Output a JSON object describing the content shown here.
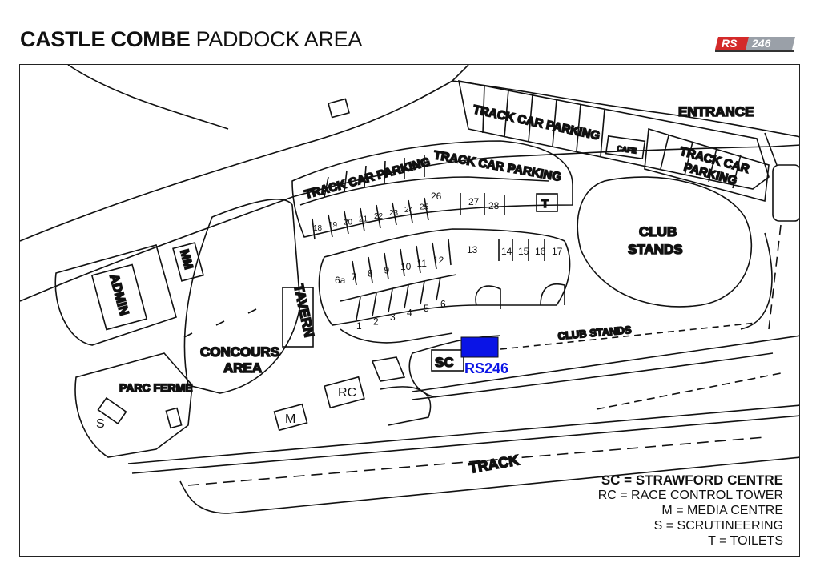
{
  "header": {
    "title_bold": "CASTLE COMBE",
    "title_rest": "PADDOCK AREA",
    "logo_text_red": "RS",
    "logo_text_grey": "246"
  },
  "map": {
    "labels": {
      "track_car_parking": "TRACK CAR PARKING",
      "track_car": "TRACK CAR",
      "parking": "PARKING",
      "entrance": "ENTRANCE",
      "cafe": "CAFE",
      "club": "CLUB",
      "stands": "STANDS",
      "club_stands": "CLUB STANDS",
      "admin": "ADMIN",
      "mm": "MM",
      "tavern": "TAVERN",
      "concours": "CONCOURS",
      "area": "AREA",
      "parc_ferme": "PARC FERME",
      "s": "S",
      "m": "M",
      "rc": "RC",
      "sc": "SC",
      "t": "T",
      "track": "TRACK",
      "rs246": "RS246"
    },
    "bays": {
      "row_a": [
        "18",
        "19",
        "20",
        "21",
        "22",
        "23",
        "24",
        "25"
      ],
      "bay_26": "26",
      "bay_27": "27",
      "bay_28": "28",
      "row_b": [
        "6a",
        "7",
        "8",
        "9",
        "10",
        "11",
        "12"
      ],
      "bay_13": "13",
      "row_c": [
        "14",
        "15",
        "16",
        "17"
      ],
      "row_d": [
        "1",
        "2",
        "3",
        "4",
        "5",
        "6"
      ]
    },
    "highlight_color": "#0a14e6"
  },
  "legend": {
    "sc_key": "SC",
    "sc_desc": " = STRAWFORD CENTRE",
    "rc": "RC = RACE CONTROL TOWER",
    "m": "M = MEDIA CENTRE",
    "s": "S = SCRUTINEERING",
    "t": "T = TOILETS"
  }
}
